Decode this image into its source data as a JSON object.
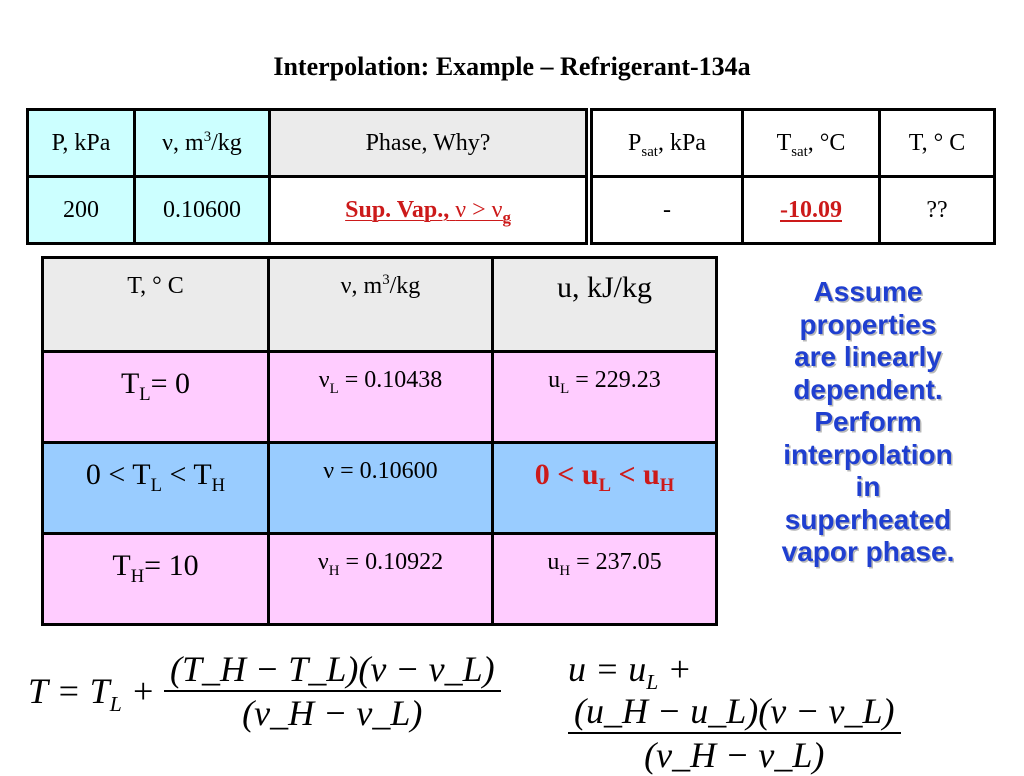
{
  "title": "Interpolation: Example – Refrigerant-134a",
  "table1": {
    "headers": [
      "P, kPa",
      "ν, m³/kg",
      "Phase, Why?"
    ],
    "row": {
      "p": "200",
      "v": "0.10600",
      "phase": "Sup. Vap.,",
      "phase_tail": "ν > ν",
      "phase_sub": "g"
    }
  },
  "table2": {
    "headers": [
      "P",
      "sat",
      ", kPa",
      "T",
      "sat",
      ", °C",
      "T, ° C"
    ],
    "row": {
      "psat": "-",
      "tsat": "-10.09",
      "t": "??"
    }
  },
  "table3": {
    "headers": [
      "T, ° C",
      "ν, m",
      "3",
      "/kg",
      "u, kJ/kg"
    ],
    "rows": [
      {
        "t_main": "T",
        "t_sub": "L",
        "t_tail": "= 0",
        "v_main": "ν",
        "v_sub": "L",
        "v_tail": " = 0.10438",
        "u_main": "u",
        "u_sub": "L",
        "u_tail": " = 229.23"
      },
      {
        "t_a": "0 < T",
        "t_sub1": "L",
        "t_b": " < T",
        "t_sub2": "H",
        "v": "ν = 0.10600",
        "u_a": "0 < u",
        "u_sub1": "L",
        "u_b": " < u",
        "u_sub2": "H"
      },
      {
        "t_main": "T",
        "t_sub": "H",
        "t_tail": "= 10",
        "v_main": "ν",
        "v_sub": "H",
        "v_tail": " = 0.10922",
        "u_main": "u",
        "u_sub": "H",
        "u_tail": " = 237.05"
      }
    ]
  },
  "note": [
    "Assume",
    "properties",
    "are linearly",
    "dependent.",
    "Perform",
    "interpolation",
    "in",
    "superheated",
    "vapor phase."
  ],
  "formula_T": {
    "lhs": "T = T",
    "lhs_sub": "L",
    "plus": " + ",
    "num": "(T_H − T_L)(ν − ν_L)",
    "den": "(ν_H − ν_L)"
  },
  "formula_u": {
    "lhs": "u = u",
    "lhs_sub": "L",
    "plus": " + ",
    "num": "(u_H − u_L)(ν − ν_L)",
    "den": "(ν_H − ν_L)"
  },
  "colors": {
    "cyan_cell": "#ccffff",
    "grey_cell": "#ebebeb",
    "pink_row": "#ffccff",
    "blue_row": "#99ccff",
    "note_text": "#1f3fd0",
    "red_text": "#cc1a1a"
  }
}
